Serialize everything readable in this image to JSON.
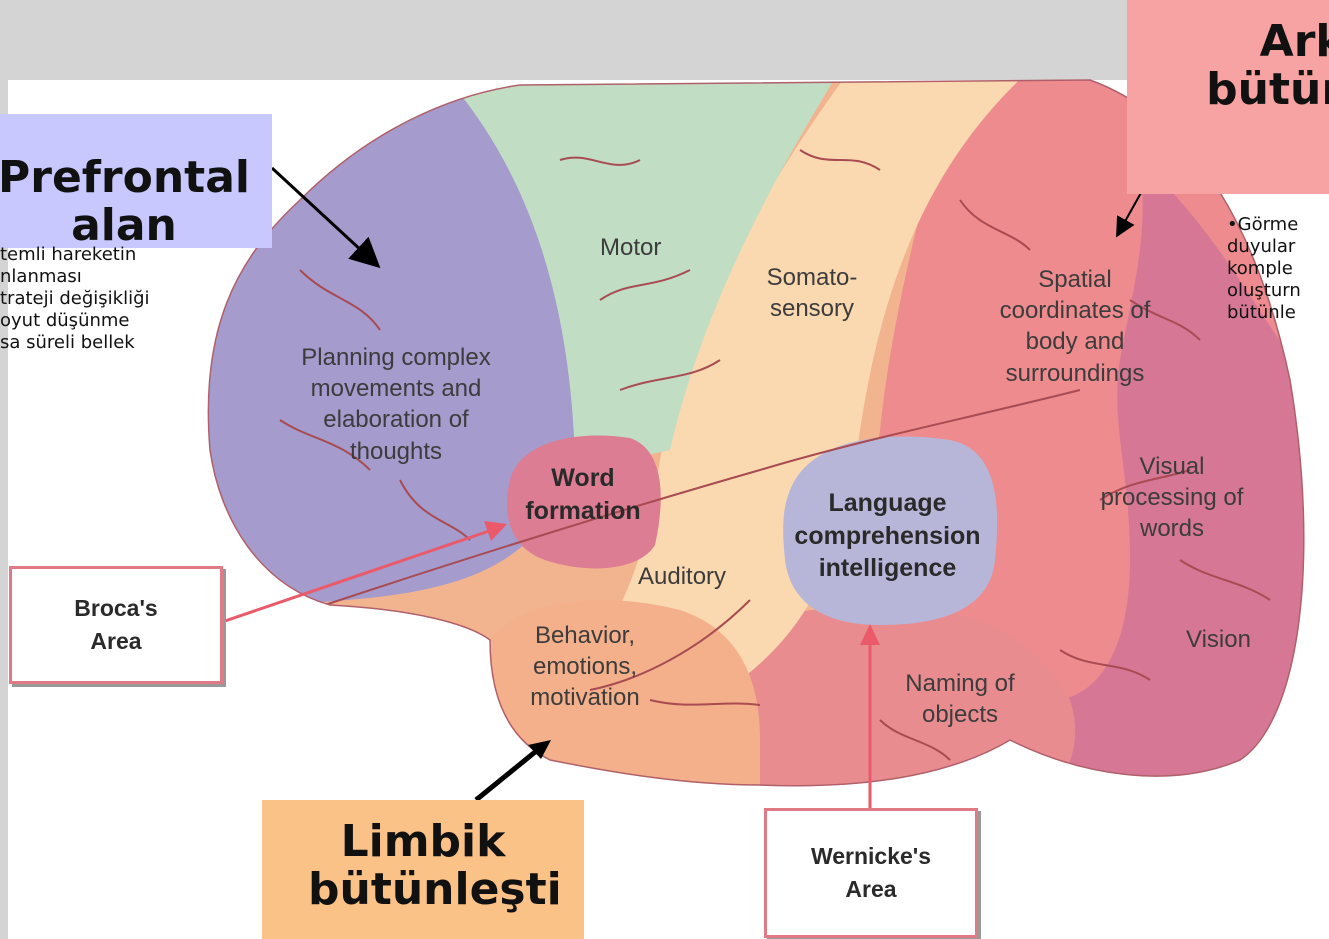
{
  "callouts": {
    "prefrontal": "Prefrontal alan",
    "posterior": "Arka bütünl al",
    "limbic": "Limbik bütünleşti"
  },
  "prefrontal_bullets": [
    "temli hareketin",
    "nlanması",
    "trateji değişikliği",
    "oyut düşünme",
    "sa süreli bellek"
  ],
  "posterior_bullets": [
    "•Görme",
    "duyular",
    "komple",
    "oluşturn",
    "bütünle"
  ],
  "region_labels": {
    "planning": "Planning complex movements and elaboration of thoughts",
    "motor": "Motor",
    "somato": "Somato- sensory",
    "spatial": "Spatial coordinates of body and surroundings",
    "word_formation": "Word formation",
    "language": "Language comprehension intelligence",
    "visual_processing": "Visual processing of words",
    "auditory": "Auditory",
    "behavior": "Behavior, emotions, motivation",
    "vision": "Vision",
    "naming": "Naming of objects"
  },
  "area_boxes": {
    "broca": "Broca's Area",
    "wernicke": "Wernicke's Area"
  },
  "colors": {
    "prefrontal_box": "#c8c8ff",
    "posterior_box": "#f7a3a3",
    "limbic_box": "#fbc288",
    "pointer_arrow": "#ea5a6a"
  }
}
